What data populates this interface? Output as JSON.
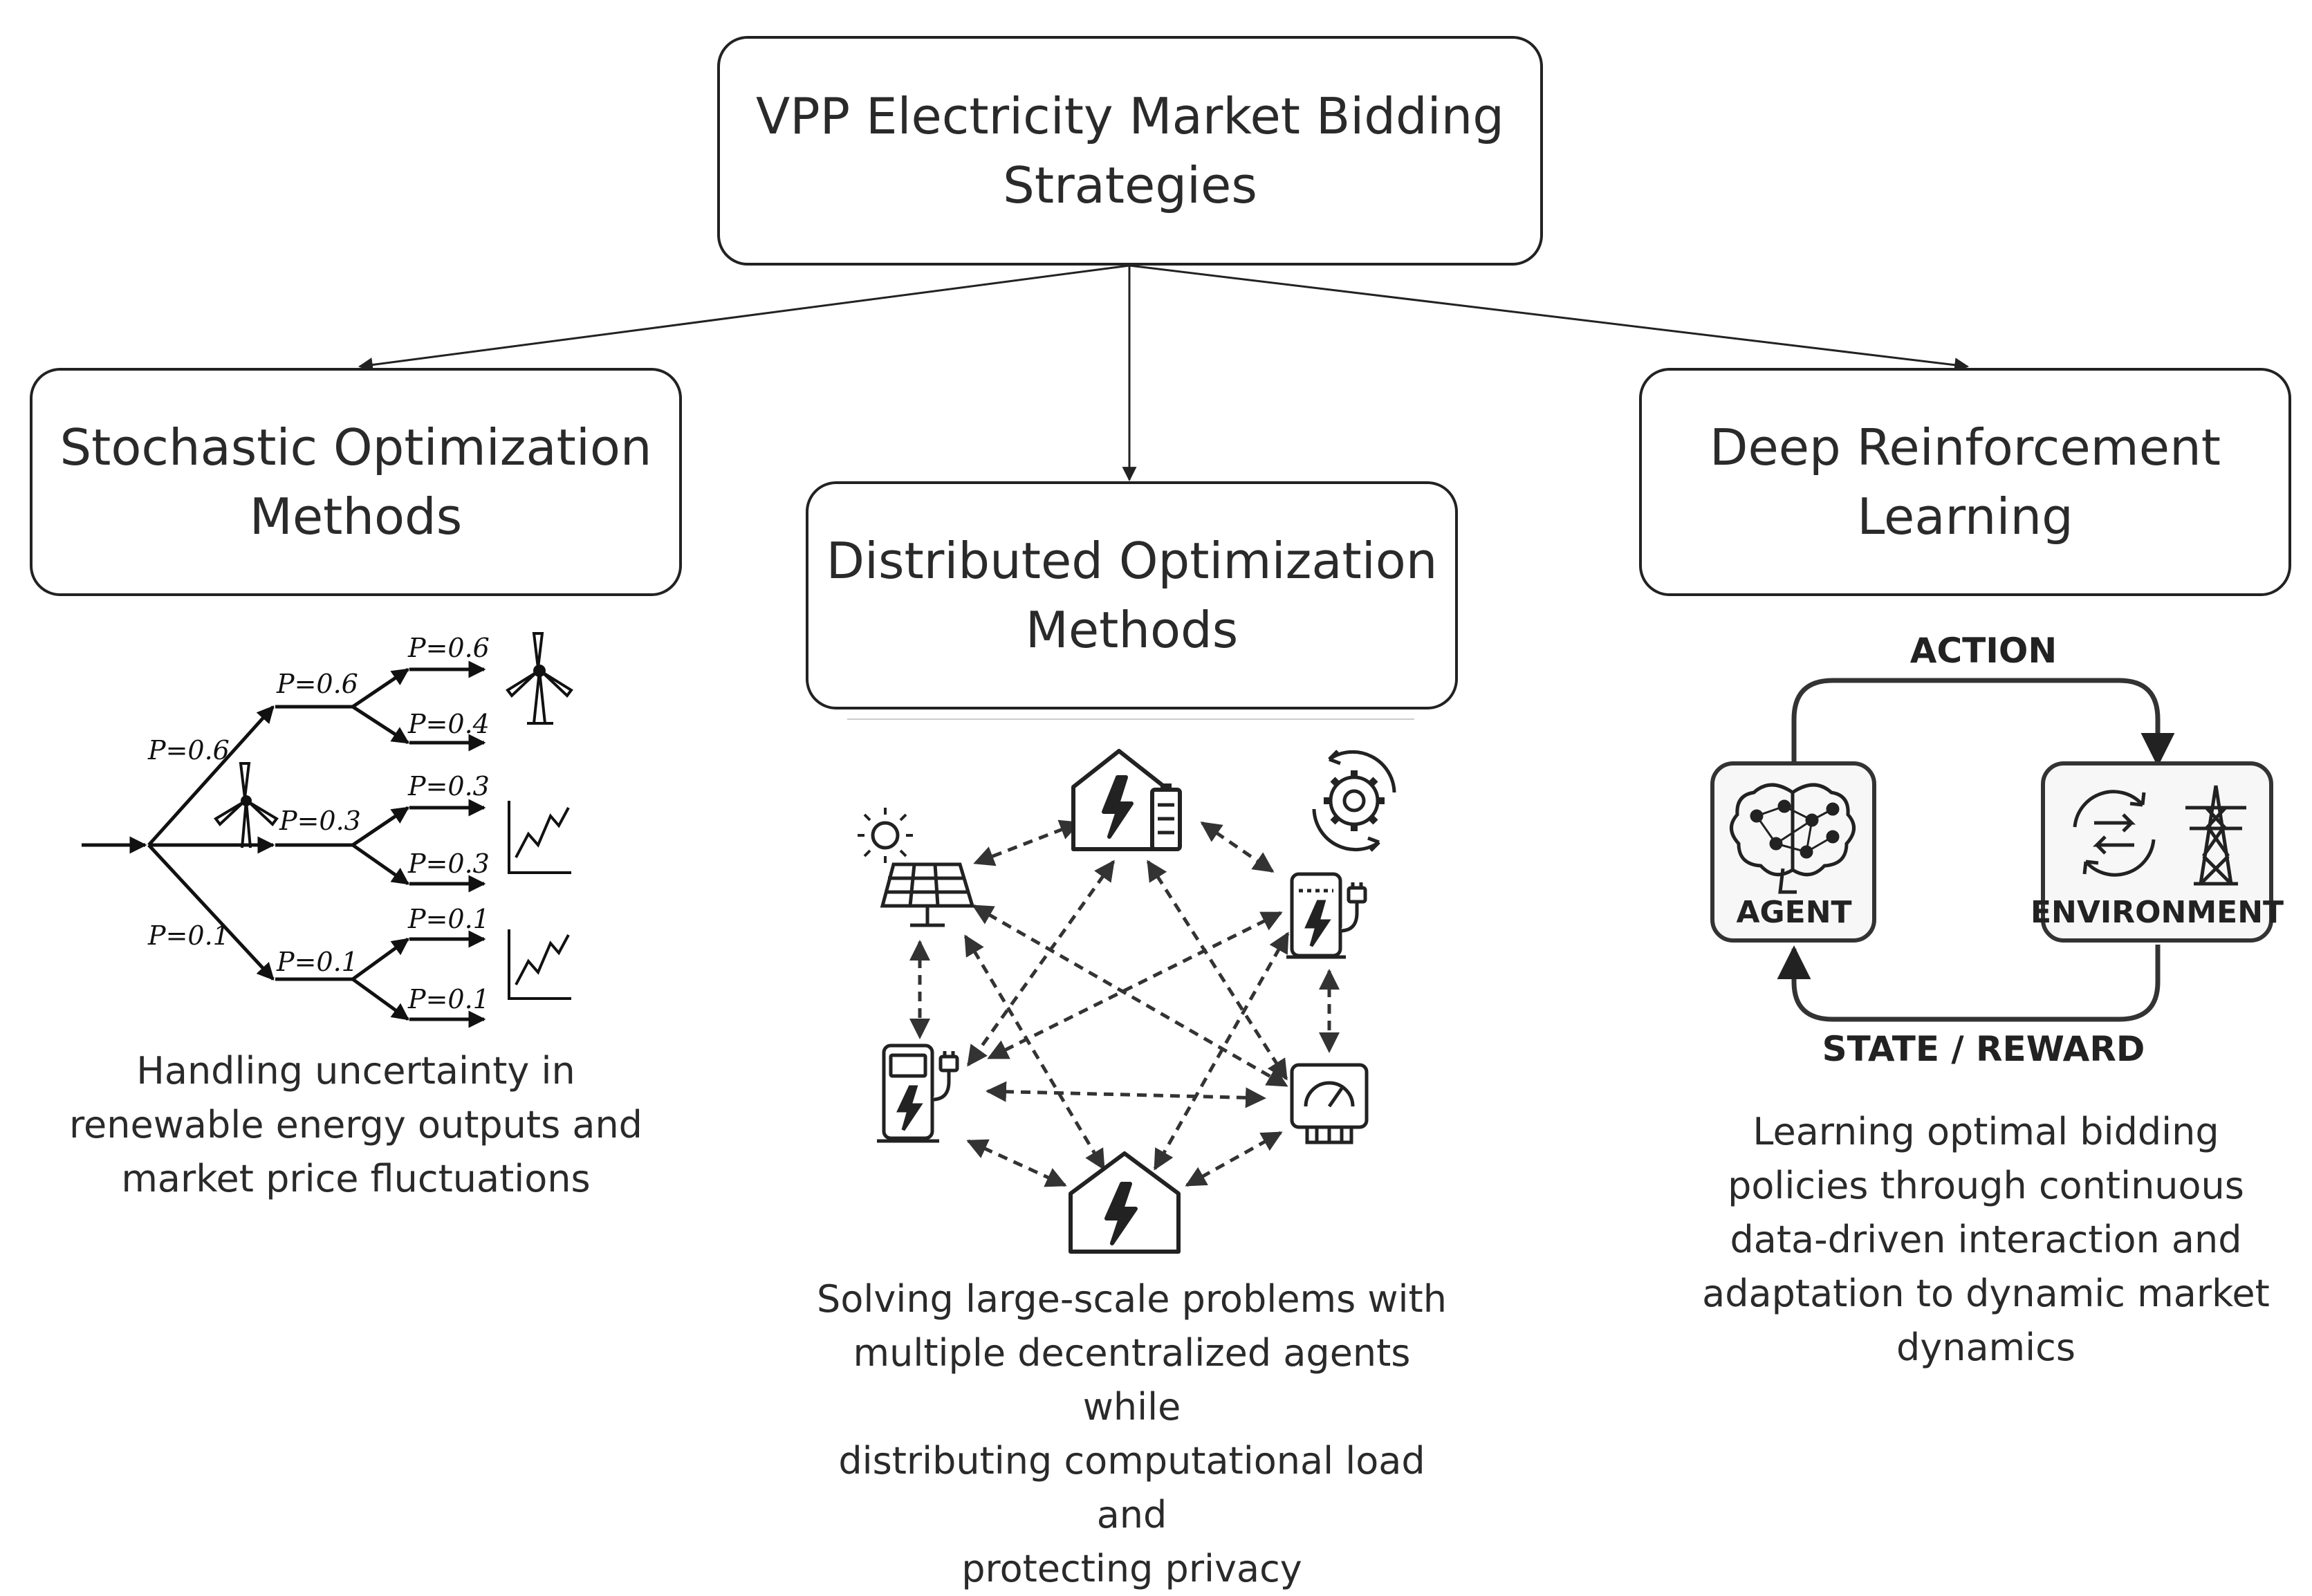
{
  "root": {
    "lines": [
      "VPP Electricity Market Bidding",
      "Strategies"
    ]
  },
  "branches": [
    {
      "lines": [
        "Stochastic Optimization",
        "Methods"
      ],
      "description": [
        "Handling uncertainty in",
        "renewable energy outputs and",
        "market price fluctuations"
      ],
      "icons": [
        "wind-turbine-icon",
        "price-chart-icon"
      ],
      "tree_labels": {
        "l1_top": "P=0.6",
        "l1_bot": "P=0.1",
        "l2_top": "P=0.6",
        "l2_mid": "P=0.3",
        "l2_bot": "P=0.1",
        "l3": [
          "P=0.6",
          "P=0.4",
          "P=0.3",
          "P=0.3",
          "P=0.1",
          "P=0.1"
        ]
      }
    },
    {
      "lines": [
        "Distributed Optimization",
        "Methods"
      ],
      "description": [
        "Solving large-scale problems with",
        "multiple decentralized agents while",
        "distributing computational load and",
        "protecting privacy"
      ],
      "icons": [
        "smart-home-battery-icon",
        "solar-panel-icon",
        "control-gear-icon",
        "ev-charger-icon",
        "smart-meter-icon",
        "smart-home-icon"
      ]
    },
    {
      "lines": [
        "Deep Reinforcement",
        "Learning"
      ],
      "description": [
        "Learning optimal bidding",
        "policies through continuous",
        "data-driven interaction and",
        "adaptation to dynamic market",
        "dynamics"
      ],
      "loop": {
        "action": "ACTION",
        "state_reward": "STATE / REWARD",
        "agent": "AGENT",
        "environment": "ENVIRONMENT"
      },
      "icons": [
        "brain-network-icon",
        "exchange-arrows-icon",
        "transmission-tower-icon"
      ]
    }
  ],
  "colors": {
    "stroke": "#222222",
    "text": "#2a2a2a",
    "background": "#ffffff"
  }
}
